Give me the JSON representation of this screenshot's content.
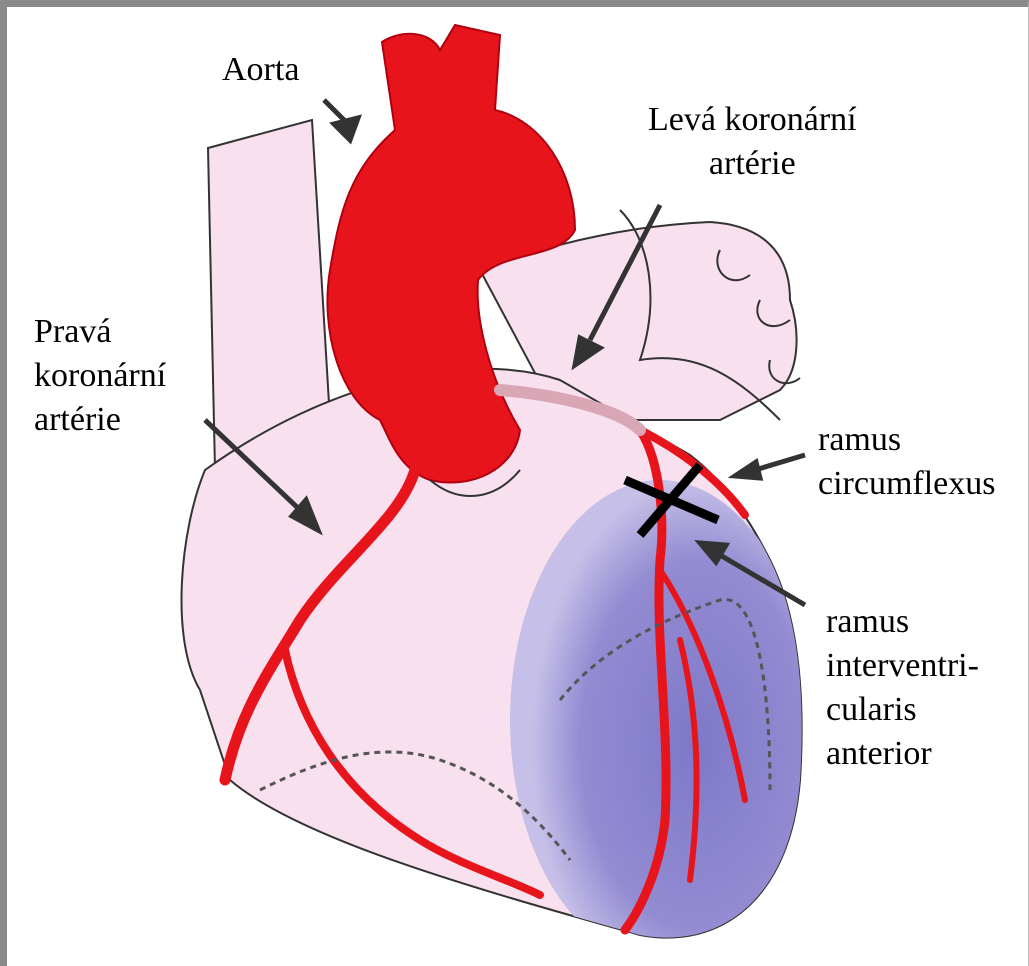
{
  "labels": {
    "aorta": "Aorta",
    "left_coronary": "Levá koronární\nartérie",
    "right_coronary": "Pravá\nkoronární\nartérie",
    "circumflex": "ramus\ncircumflexus",
    "lad": "ramus\ninterventri-\ncularis\nanterior"
  },
  "colors": {
    "heart": "#f8e0ef",
    "artery": "#e8141c",
    "ischemic_zone": "#8f89cf",
    "outline": "#333333",
    "frame": "#8a8a8a",
    "occlusion_mark": "#000000"
  },
  "icons": {
    "occlusion": "cross-mark"
  }
}
